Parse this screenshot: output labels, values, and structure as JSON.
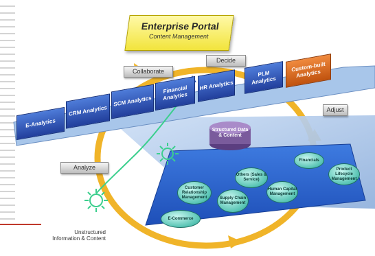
{
  "portal": {
    "title": "Enterprise Portal",
    "subtitle": "Content Management"
  },
  "process": {
    "collaborate": "Collaborate",
    "decide": "Decide",
    "adjust": "Adjust",
    "analyze": "Analyze"
  },
  "analytics": [
    "E-Analytics",
    "CRM Analytics",
    "SCM Analytics",
    "Financial Analytics",
    "HR Analytics",
    "PLM Analytics",
    "Custom-built Analytics"
  ],
  "data_store": "Structured Data & Content",
  "unstructured": "Unstructured Information & Content",
  "modules": [
    "Customer Relationship Management",
    "Supply Chain Management",
    "Human Capital Management",
    "Others (Sales & Service)",
    "Financials",
    "Product Lifecycle Management",
    "E-Commerce"
  ],
  "colors": {
    "portal": "#f2e43c",
    "tile": "#2a4fb0",
    "custom_tile": "#d8651c",
    "ring": "#f0b429",
    "module": "#56c3b3",
    "data_store": "#7a5b9c",
    "connector": "#3ccf8e"
  }
}
